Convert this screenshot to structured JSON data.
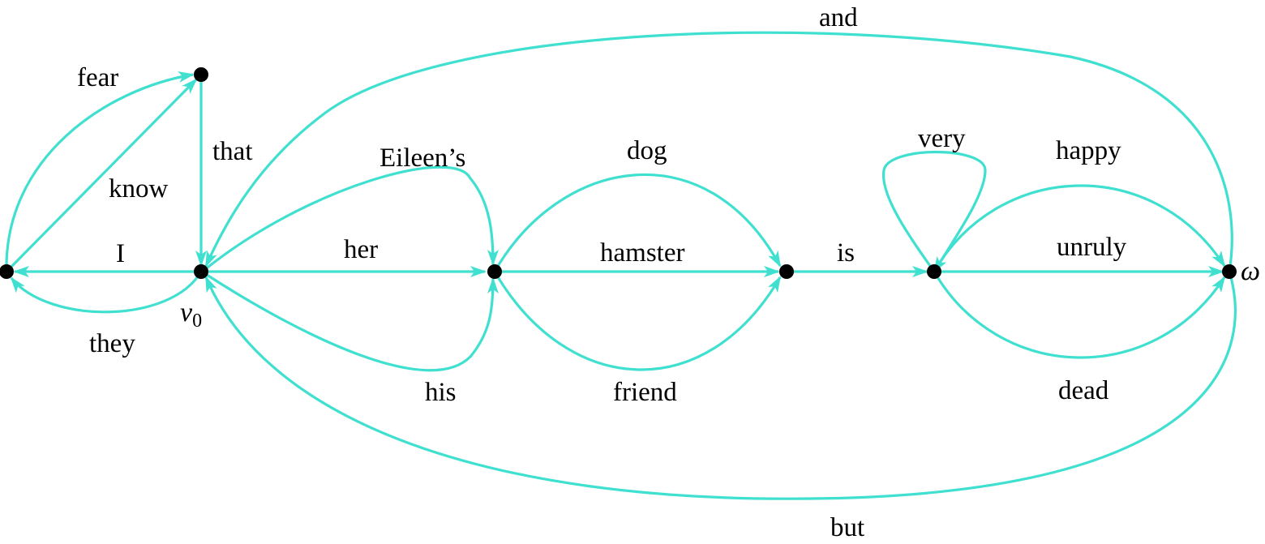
{
  "diagram": {
    "edge_color": "#40E0D0",
    "node_color": "#000000",
    "nodes": [
      {
        "id": "left",
        "label": ""
      },
      {
        "id": "top",
        "label": ""
      },
      {
        "id": "v0",
        "label": "v",
        "sub": "0"
      },
      {
        "id": "n3",
        "label": ""
      },
      {
        "id": "n4",
        "label": ""
      },
      {
        "id": "n5",
        "label": ""
      },
      {
        "id": "omega",
        "label": "ω"
      }
    ],
    "edges": [
      {
        "from": "left",
        "to": "top",
        "label": "fear"
      },
      {
        "from": "left",
        "to": "top",
        "label": "know"
      },
      {
        "from": "top",
        "to": "v0",
        "label": "that"
      },
      {
        "from": "v0",
        "to": "left",
        "label": "I"
      },
      {
        "from": "v0",
        "to": "left",
        "label": "they"
      },
      {
        "from": "v0",
        "to": "n3",
        "label": "Eileen’s"
      },
      {
        "from": "v0",
        "to": "n3",
        "label": "her"
      },
      {
        "from": "v0",
        "to": "n3",
        "label": "his"
      },
      {
        "from": "n3",
        "to": "n4",
        "label": "dog"
      },
      {
        "from": "n3",
        "to": "n4",
        "label": "hamster"
      },
      {
        "from": "n3",
        "to": "n4",
        "label": "friend"
      },
      {
        "from": "n4",
        "to": "n5",
        "label": "is"
      },
      {
        "from": "n5",
        "to": "n5",
        "label": "very"
      },
      {
        "from": "n5",
        "to": "omega",
        "label": "happy"
      },
      {
        "from": "n5",
        "to": "omega",
        "label": "unruly"
      },
      {
        "from": "n5",
        "to": "omega",
        "label": "dead"
      },
      {
        "from": "omega",
        "to": "v0",
        "label": "and"
      },
      {
        "from": "omega",
        "to": "v0",
        "label": "but"
      }
    ]
  }
}
